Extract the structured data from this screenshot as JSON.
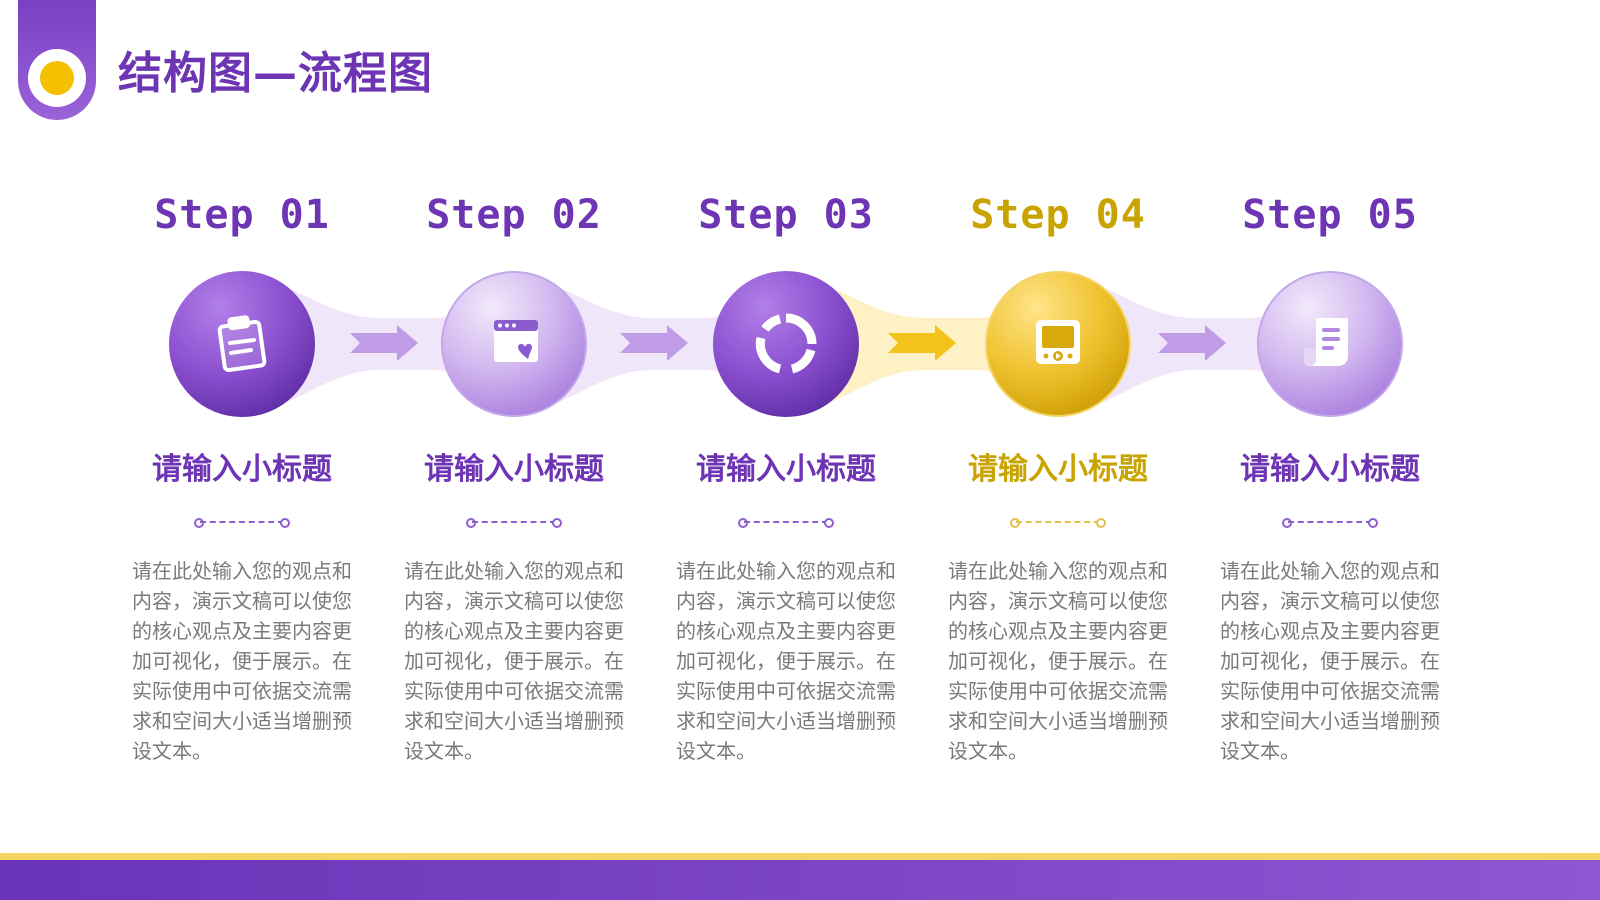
{
  "title": "结构图—流程图",
  "colors": {
    "purple": "#6d34b4",
    "gold": "#c9a300",
    "accent_yellow": "#f5c000",
    "text_gray": "#7a7a7a"
  },
  "steps": [
    {
      "step_label": "Step 01",
      "subtitle": "请输入小标题",
      "description": "请在此处输入您的观点和内容，演示文稿可以使您的核心观点及主要内容更加可视化，便于展示。在实际使用中可依据交流需求和空间大小适当增删预设文本。",
      "icon": "clipboard-icon",
      "theme": "purple"
    },
    {
      "step_label": "Step 02",
      "subtitle": "请输入小标题",
      "description": "请在此处输入您的观点和内容，演示文稿可以使您的核心观点及主要内容更加可视化，便于展示。在实际使用中可依据交流需求和空间大小适当增删预设文本。",
      "icon": "browser-heart-icon",
      "theme": "light-purple"
    },
    {
      "step_label": "Step 03",
      "subtitle": "请输入小标题",
      "description": "请在此处输入您的观点和内容，演示文稿可以使您的核心观点及主要内容更加可视化，便于展示。在实际使用中可依据交流需求和空间大小适当增删预设文本。",
      "icon": "donut-chart-icon",
      "theme": "purple"
    },
    {
      "step_label": "Step 04",
      "subtitle": "请输入小标题",
      "description": "请在此处输入您的观点和内容，演示文稿可以使您的核心观点及主要内容更加可视化，便于展示。在实际使用中可依据交流需求和空间大小适当增删预设文本。",
      "icon": "video-player-icon",
      "theme": "gold"
    },
    {
      "step_label": "Step 05",
      "subtitle": "请输入小标题",
      "description": "请在此处输入您的观点和内容，演示文稿可以使您的核心观点及主要内容更加可视化，便于展示。在实际使用中可依据交流需求和空间大小适当增删预设文本。",
      "icon": "document-icon",
      "theme": "light-purple"
    }
  ]
}
